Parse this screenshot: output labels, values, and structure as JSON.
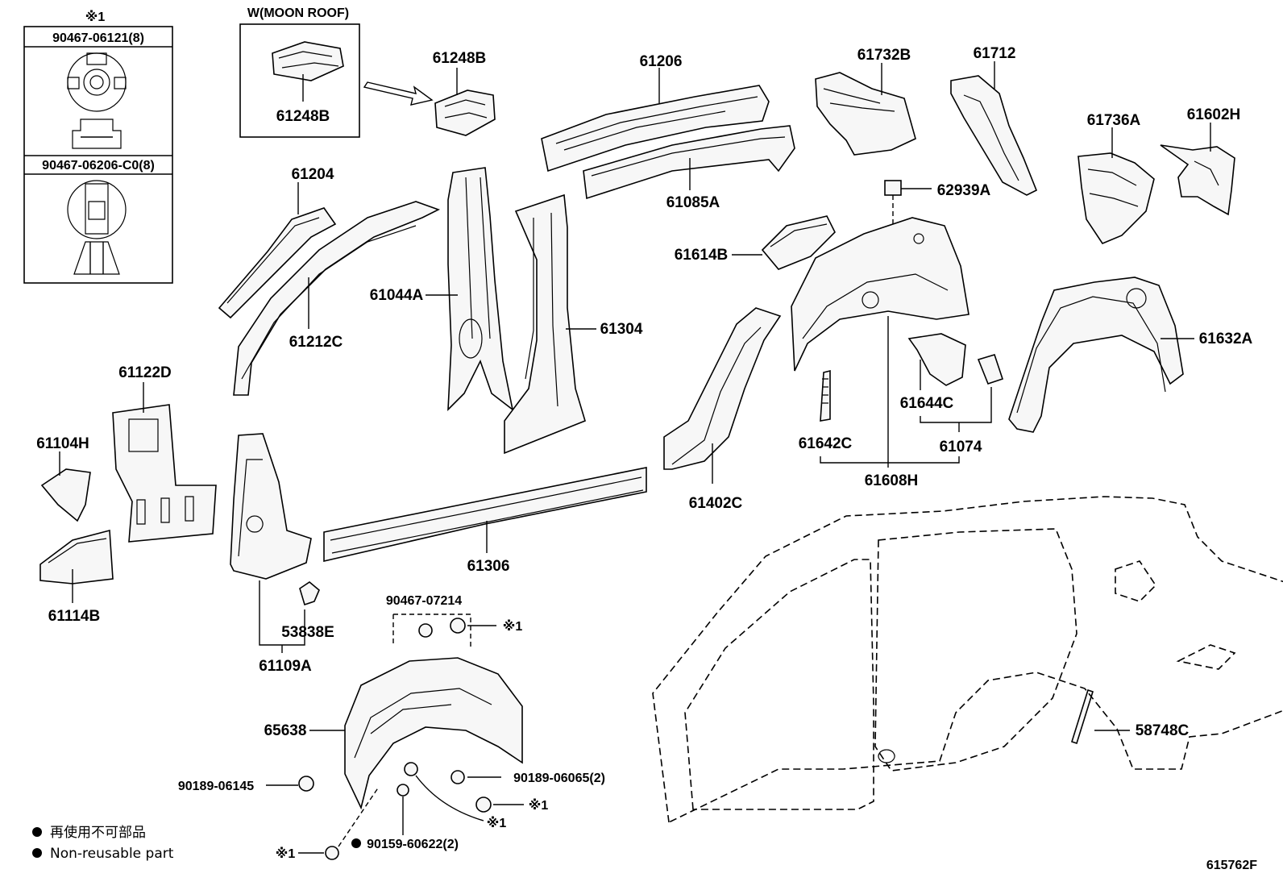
{
  "clip_box": {
    "note_mark": "※1",
    "part_top": "90467-06121(8)",
    "part_bottom": "90467-06206-C0(8)"
  },
  "moon_roof": {
    "caption": "W(MOON ROOF)",
    "part": "61248B"
  },
  "labels": {
    "p61248B_top": "61248B",
    "p61206": "61206",
    "p61732B": "61732B",
    "p61712": "61712",
    "p61736A": "61736A",
    "p61602H": "61602H",
    "p61085A": "61085A",
    "p62939A": "62939A",
    "p61204": "61204",
    "p61614B": "61614B",
    "p61044A": "61044A",
    "p61304": "61304",
    "p61212C": "61212C",
    "p61632A": "61632A",
    "p61122D": "61122D",
    "p61644C": "61644C",
    "p61104H": "61104H",
    "p61642C": "61642C",
    "p61074": "61074",
    "p61608H": "61608H",
    "p61402C": "61402C",
    "p61306": "61306",
    "p61114B": "61114B",
    "p53838E": "53838E",
    "p61109A": "61109A",
    "p90467_07214": "90467-07214",
    "p65638": "65638",
    "p58748C": "58748C",
    "p90189_06145": "90189-06145",
    "p90189_06065": "90189-06065(2)",
    "p90159_60622": "90159-60622(2)",
    "note1_a": "※1",
    "note1_b": "※1",
    "note1_c": "※1",
    "note1_d": "※1"
  },
  "legend": {
    "jp": "再使用不可部品",
    "en": "Non-reusable part"
  },
  "diagram_id": "615762F"
}
